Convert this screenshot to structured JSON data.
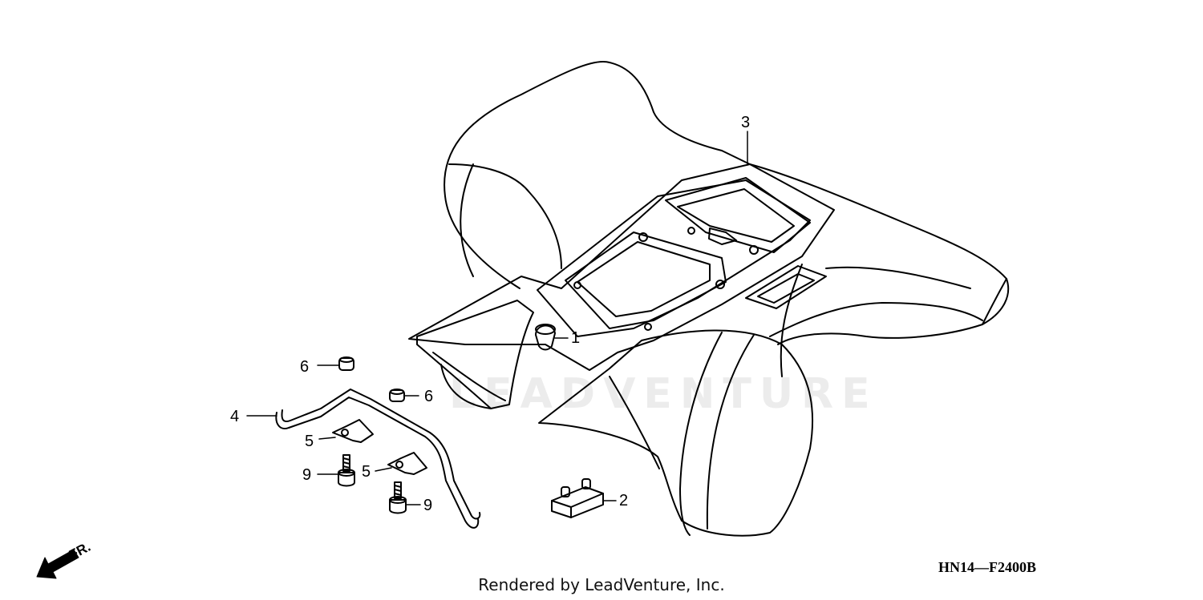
{
  "watermark": "LEADVENTURE",
  "callouts": {
    "c1": "1",
    "c2": "2",
    "c3": "3",
    "c4": "4",
    "c5a": "5",
    "c5b": "5",
    "c6a": "6",
    "c6b": "6",
    "c9a": "9",
    "c9b": "9"
  },
  "diagram_code": "HN14—F2400B",
  "direction_label": "FR.",
  "credit": "Rendered by LeadVenture, Inc."
}
